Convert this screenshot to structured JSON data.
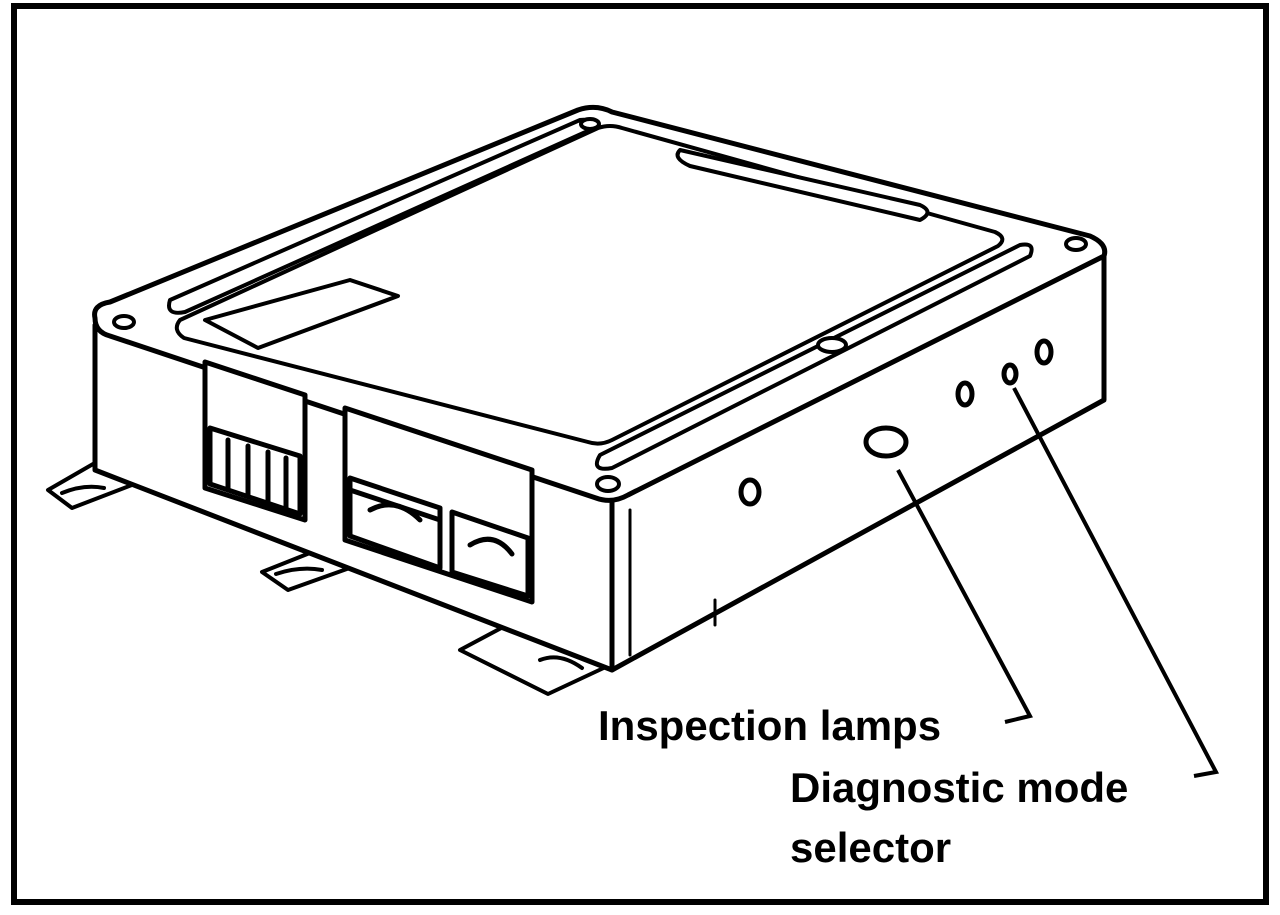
{
  "labels": {
    "inspection_lamps": "Inspection lamps",
    "diagnostic_line1": "Diagnostic mode",
    "diagnostic_line2": "selector"
  },
  "colors": {
    "ink": "#000000",
    "paper": "#ffffff",
    "device_top": "#ffffff"
  }
}
